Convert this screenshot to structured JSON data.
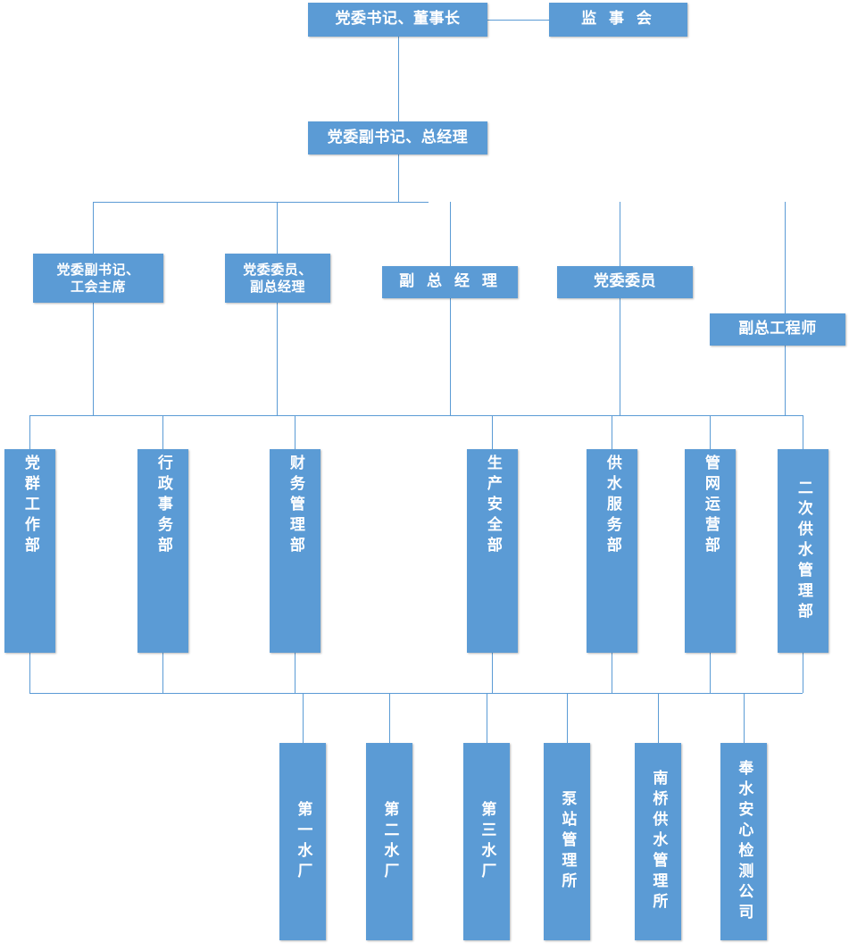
{
  "chart_title": "",
  "colors": {
    "node_fill": "#5b9bd5",
    "node_text": "#ffffff",
    "connector": "#5b9bd5",
    "background": "#ffffff"
  },
  "level1": {
    "chair": "党委书记、董事长",
    "supervisory_board": "监 事 会"
  },
  "level2": {
    "general_manager": "党委副书记、总经理"
  },
  "level3": {
    "executives": [
      {
        "line1": "党委副书记、",
        "line2": "工会主席"
      },
      {
        "line1": "党委委员、",
        "line2": "副总经理"
      },
      {
        "label": "副 总 经 理"
      },
      {
        "label": "党委委员"
      },
      {
        "label": "副总工程师"
      }
    ]
  },
  "departments": [
    {
      "label": "党群工作部"
    },
    {
      "label": "行政事务部"
    },
    {
      "label": "财务管理部"
    },
    {
      "label": "生产安全部"
    },
    {
      "label": "供水服务部"
    },
    {
      "label": "管网运营部"
    },
    {
      "label": "二次供水管理部"
    }
  ],
  "subunits": [
    {
      "label": "第一水厂"
    },
    {
      "label": "第二水厂"
    },
    {
      "label": "第三水厂"
    },
    {
      "label": "泵站管理所"
    },
    {
      "label": "南桥供水管理所"
    },
    {
      "label": "奉水安心检测公司"
    }
  ]
}
